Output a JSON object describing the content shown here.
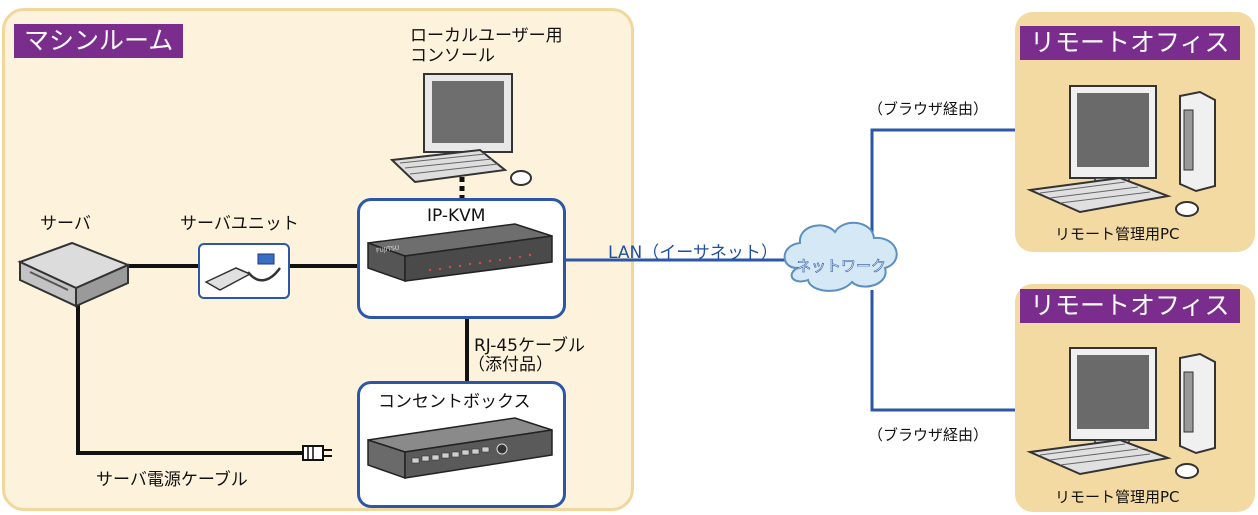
{
  "machine_room": {
    "title": "マシンルーム",
    "server_label": "サーバ",
    "server_unit_label": "サーバユニット",
    "ipkvm_label": "IP-KVM",
    "ipkvm_brand": "FUJITSU",
    "local_console_label_1": "ローカルユーザー用",
    "local_console_label_2": "コンソール",
    "rj45_label_1": "RJ-45ケーブル",
    "rj45_label_2": "（添付品）",
    "outlet_box_label": "コンセントボックス",
    "power_cable_label": "サーバ電源ケーブル"
  },
  "network": {
    "lan_label": "LAN（イーサネット）",
    "cloud_label": "ネットワーク",
    "browser_label_top": "（ブラウザ経由）",
    "browser_label_bottom": "（ブラウザ経由）"
  },
  "remote_offices": [
    {
      "title": "リモートオフィス",
      "pc_label": "リモート管理用PC"
    },
    {
      "title": "リモートオフィス",
      "pc_label": "リモート管理用PC"
    }
  ],
  "colors": {
    "room_bg": "#fdf3dc",
    "office_bg": "#f3d9a2",
    "badge": "#7b2d8e",
    "network_line": "#2c57a6"
  }
}
